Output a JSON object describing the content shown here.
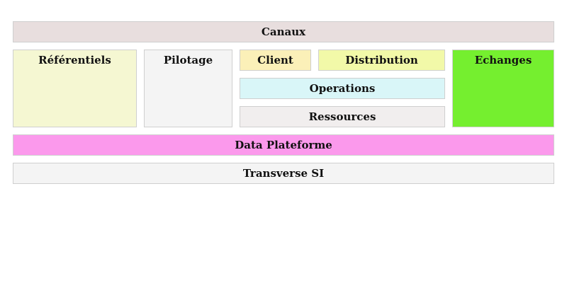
{
  "blocks": {
    "canaux": {
      "label": "Canaux",
      "color": "#e8dede"
    },
    "referentiels": {
      "label": "Référentiels",
      "color": "#f5f7d2"
    },
    "pilotage": {
      "label": "Pilotage",
      "color": "#f4f4f4"
    },
    "client": {
      "label": "Client",
      "color": "#fbf0b8"
    },
    "distribution": {
      "label": "Distribution",
      "color": "#f2f9a8"
    },
    "operations": {
      "label": "Operations",
      "color": "#d9f6f8"
    },
    "ressources": {
      "label": "Ressources",
      "color": "#f1eeee"
    },
    "echanges": {
      "label": "Echanges",
      "color": "#75ef2f"
    },
    "data": {
      "label": "Data Plateforme",
      "color": "#fb99ec"
    },
    "transverse": {
      "label": "Transverse SI",
      "color": "#f4f4f4"
    }
  }
}
